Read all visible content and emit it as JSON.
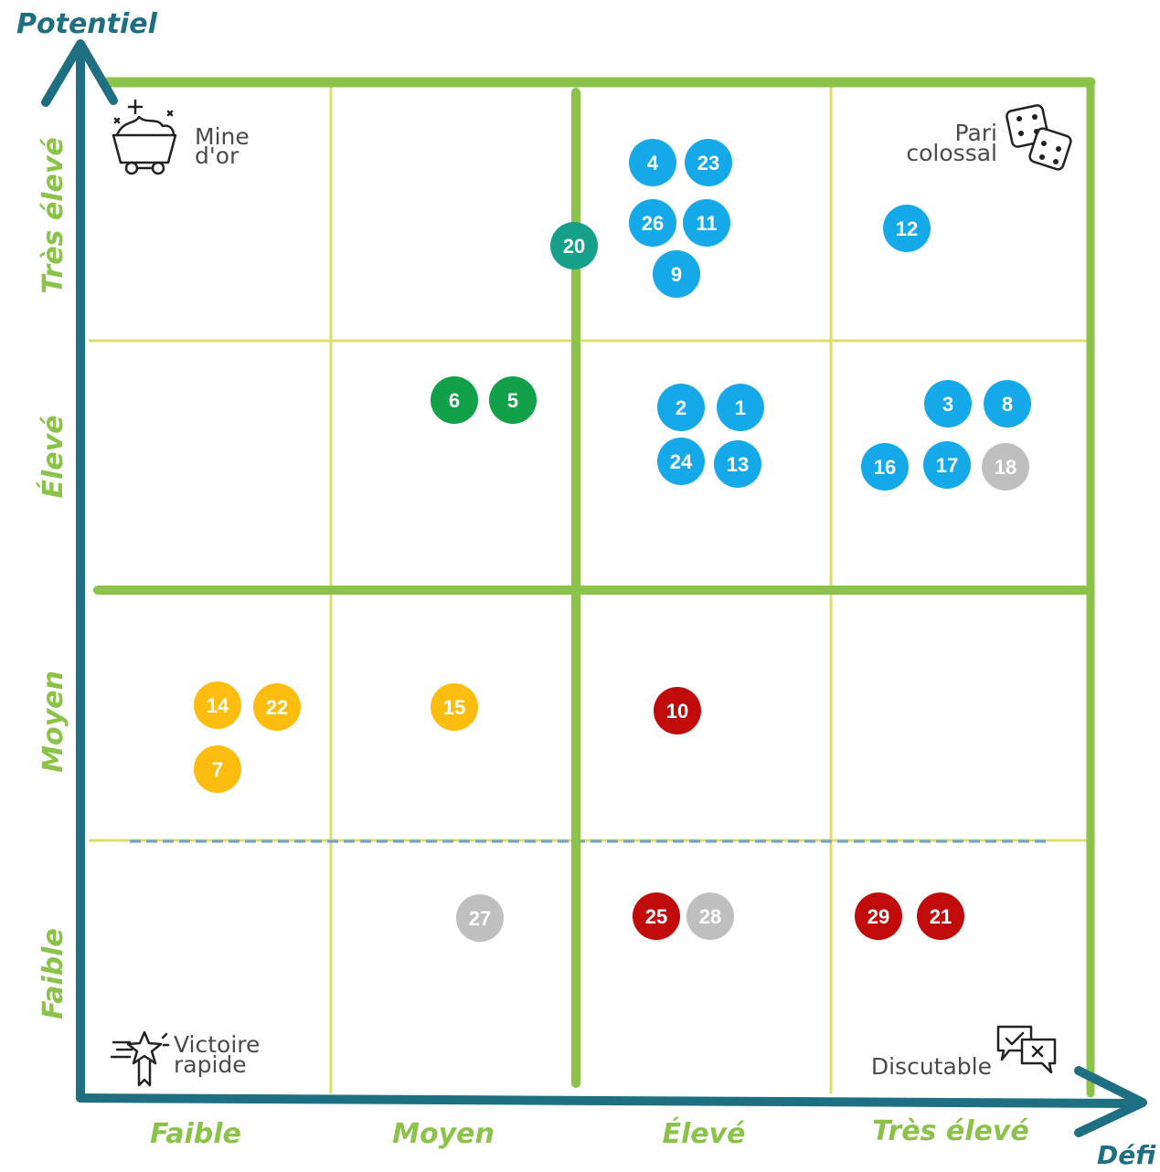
{
  "y_axis": {
    "title": "Potentiel",
    "levels": [
      "Faible",
      "Moyen",
      "Élevé",
      "Très élevé"
    ]
  },
  "x_axis": {
    "title": "Défi",
    "levels": [
      "Faible",
      "Moyen",
      "Élevé",
      "Très élevé"
    ]
  },
  "quadrants": {
    "top_left": {
      "lines": [
        "Mine",
        "d'or"
      ],
      "icon": "gold-mine-cart-icon"
    },
    "top_right": {
      "lines": [
        "Pari",
        "colossal"
      ],
      "icon": "dice-icon"
    },
    "bottom_left": {
      "lines": [
        "Victoire",
        "rapide"
      ],
      "icon": "shooting-star-icon"
    },
    "bottom_right": {
      "lines": [
        "Discutable"
      ],
      "icon": "debate-bubbles-icon"
    }
  },
  "colors": {
    "blue": "#16a9ea",
    "green": "#12a049",
    "teal": "#16a08a",
    "yellow": "#fcbd0f",
    "red": "#c10a0a",
    "gray": "#bfbfbf",
    "axis": "#1f6f82",
    "major_grid": "#8bc34a",
    "minor_grid": "#dede6a",
    "dashed_line": "#6aa0d6"
  },
  "items": [
    {
      "label": "4",
      "color": "blue"
    },
    {
      "label": "23",
      "color": "blue"
    },
    {
      "label": "26",
      "color": "blue"
    },
    {
      "label": "11",
      "color": "blue"
    },
    {
      "label": "9",
      "color": "blue"
    },
    {
      "label": "20",
      "color": "teal"
    },
    {
      "label": "12",
      "color": "blue"
    },
    {
      "label": "6",
      "color": "green"
    },
    {
      "label": "5",
      "color": "green"
    },
    {
      "label": "2",
      "color": "blue"
    },
    {
      "label": "1",
      "color": "blue"
    },
    {
      "label": "24",
      "color": "blue"
    },
    {
      "label": "13",
      "color": "blue"
    },
    {
      "label": "3",
      "color": "blue"
    },
    {
      "label": "8",
      "color": "blue"
    },
    {
      "label": "16",
      "color": "blue"
    },
    {
      "label": "17",
      "color": "blue"
    },
    {
      "label": "18",
      "color": "gray"
    },
    {
      "label": "14",
      "color": "yellow"
    },
    {
      "label": "22",
      "color": "yellow"
    },
    {
      "label": "7",
      "color": "yellow"
    },
    {
      "label": "15",
      "color": "yellow"
    },
    {
      "label": "10",
      "color": "red"
    },
    {
      "label": "27",
      "color": "gray"
    },
    {
      "label": "25",
      "color": "red"
    },
    {
      "label": "28",
      "color": "gray"
    },
    {
      "label": "29",
      "color": "red"
    },
    {
      "label": "21",
      "color": "red"
    }
  ]
}
